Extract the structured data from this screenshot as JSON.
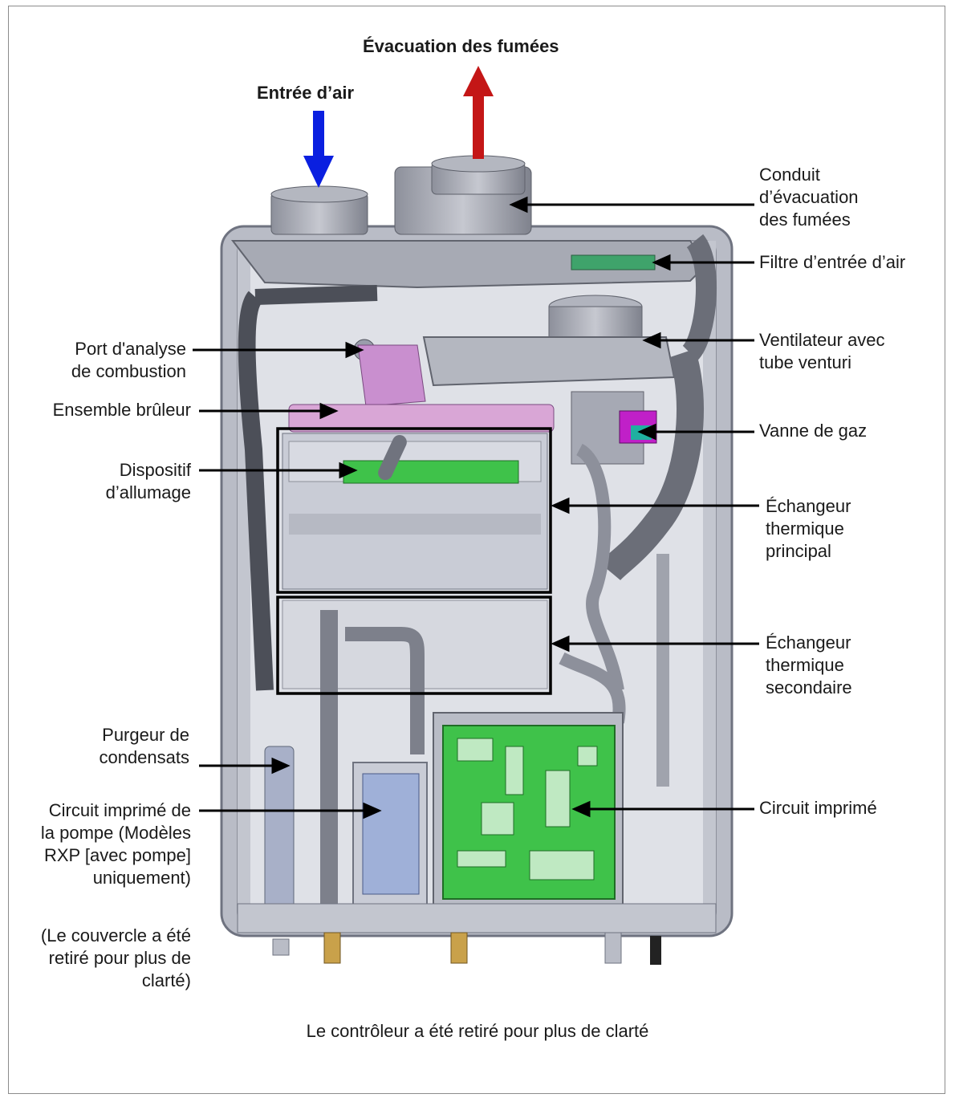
{
  "title": {
    "exhaust": "Évacuation des fumées",
    "air_intake": "Entrée d’air"
  },
  "labels_right": {
    "exhaust_duct": "Conduit\nd’évacuation\ndes fumées",
    "air_filter": "Filtre d’entrée d’air",
    "fan_venturi": "Ventilateur avec\ntube venturi",
    "gas_valve": "Vanne de gaz",
    "primary_hx": "Échangeur\nthermique\nprincipal",
    "secondary_hx": "Échangeur\nthermique\nsecondaire",
    "pcb": "Circuit imprimé"
  },
  "labels_left": {
    "combustion_port": "Port d'analyse\nde combustion",
    "burner": "Ensemble brûleur",
    "igniter": "Dispositif\nd’allumage",
    "condensate_trap": "Purgeur de\ncondensats",
    "pump_pcb": "Circuit imprimé de\nla pompe (Modèles\nRXP [avec pompe]\nuniquement)",
    "cover_note": "(Le couvercle a été\nretiré pour plus de\nclarté)"
  },
  "caption": "Le contrôleur a été retiré pour plus de clarté",
  "colors": {
    "intake_arrow": "#0a1fe0",
    "exhaust_arrow": "#c41616",
    "burner": "#d9a6d6",
    "pcb": "#3fc24a",
    "gas_valve": "#c020c8",
    "housing": "#c8cbd4"
  }
}
